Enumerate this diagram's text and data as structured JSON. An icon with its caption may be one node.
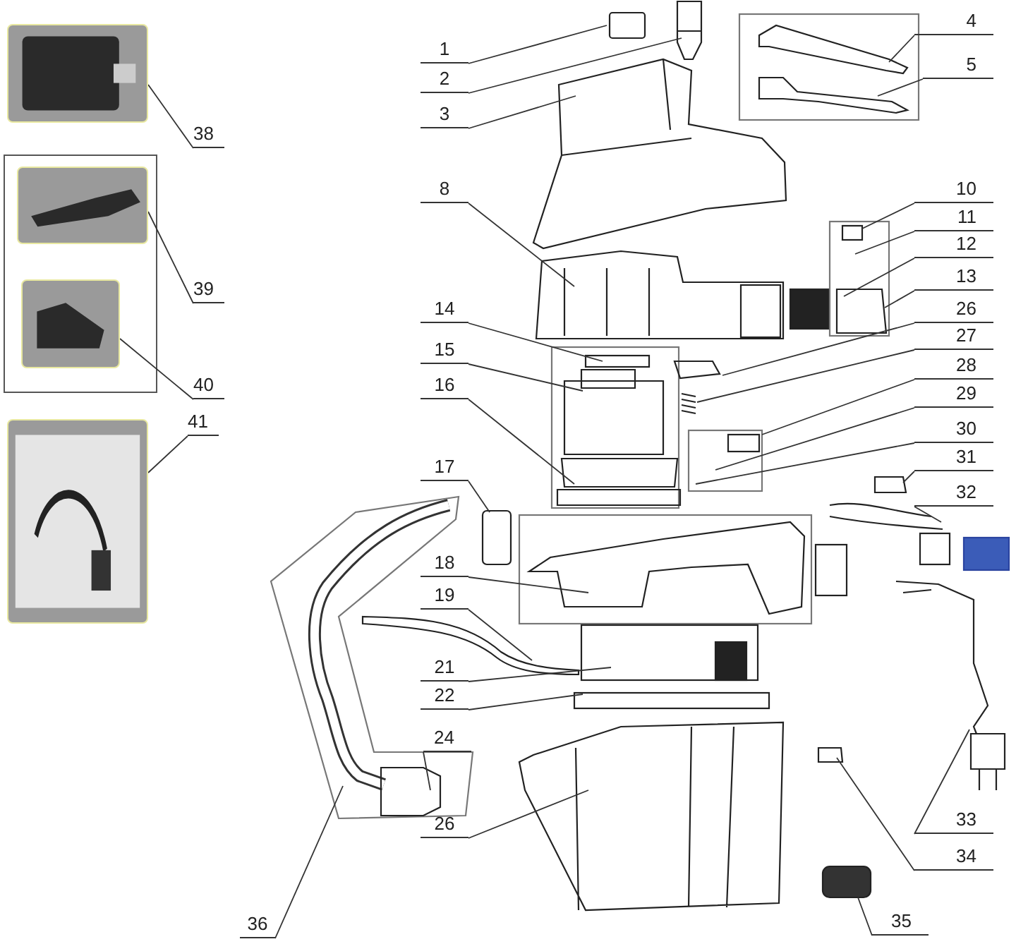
{
  "diagram": {
    "nodes": [
      {
        "text": [],
        "shape": "picture"
      },
      {
        "text": [],
        "shape": "picture"
      },
      {
        "text": [],
        "shape": "picture"
      },
      {
        "text": [],
        "shape": "picture"
      },
      {
        "text": [
          "38"
        ]
      },
      {
        "text": [
          "39"
        ]
      },
      {
        "text": [
          "40"
        ]
      },
      {
        "text": [
          "41"
        ]
      },
      {
        "text": [
          "1"
        ]
      },
      {
        "text": [
          "2"
        ]
      },
      {
        "text": [
          "3"
        ]
      },
      {
        "text": [
          "4"
        ]
      },
      {
        "text": [
          "5"
        ]
      },
      {
        "text": [
          "8"
        ]
      },
      {
        "text": [
          "10"
        ]
      },
      {
        "text": [
          "11"
        ]
      },
      {
        "text": [
          "12"
        ]
      },
      {
        "text": [
          "13"
        ]
      },
      {
        "text": [
          "14"
        ]
      },
      {
        "text": [
          "15"
        ]
      },
      {
        "text": [
          "16"
        ]
      },
      {
        "text": [
          "26"
        ]
      },
      {
        "text": [
          "27"
        ]
      },
      {
        "text": [
          "28"
        ]
      },
      {
        "text": [
          "29"
        ]
      },
      {
        "text": [
          "30"
        ]
      },
      {
        "text": [
          "31"
        ]
      },
      {
        "text": [
          "17"
        ]
      },
      {
        "text": [
          "32"
        ]
      },
      {
        "text": [
          "18"
        ]
      },
      {
        "text": [
          "19"
        ]
      },
      {
        "text": [
          "21"
        ]
      },
      {
        "text": [
          "22"
        ]
      },
      {
        "text": [
          "24"
        ]
      },
      {
        "text": [
          "26"
        ]
      },
      {
        "text": [
          "33"
        ]
      },
      {
        "text": [
          "34"
        ]
      },
      {
        "text": [
          "35"
        ]
      },
      {
        "text": [
          "36"
        ]
      }
    ],
    "edges": [
      {
        "from": 4,
        "to": 0,
        "arrow": "none"
      },
      {
        "from": 5,
        "to": 1,
        "arrow": "none"
      },
      {
        "from": 6,
        "to": 2,
        "arrow": "none"
      },
      {
        "from": 7,
        "to": 3,
        "arrow": "none"
      },
      {
        "from": 8,
        "to": null,
        "arrow": "none"
      },
      {
        "from": 9,
        "to": null,
        "arrow": "none"
      },
      {
        "from": 10,
        "to": null,
        "arrow": "none"
      },
      {
        "from": 11,
        "to": null,
        "arrow": "none"
      },
      {
        "from": 12,
        "to": null,
        "arrow": "none"
      },
      {
        "from": 13,
        "to": null,
        "arrow": "none"
      },
      {
        "from": 14,
        "to": null,
        "arrow": "none"
      },
      {
        "from": 15,
        "to": null,
        "arrow": "none"
      },
      {
        "from": 16,
        "to": null,
        "arrow": "none"
      },
      {
        "from": 17,
        "to": null,
        "arrow": "none"
      },
      {
        "from": 18,
        "to": null,
        "arrow": "none"
      },
      {
        "from": 19,
        "to": null,
        "arrow": "none"
      },
      {
        "from": 20,
        "to": null,
        "arrow": "none"
      },
      {
        "from": 21,
        "to": null,
        "arrow": "none"
      },
      {
        "from": 22,
        "to": null,
        "arrow": "none"
      },
      {
        "from": 23,
        "to": null,
        "arrow": "none"
      },
      {
        "from": 24,
        "to": null,
        "arrow": "none"
      },
      {
        "from": 25,
        "to": null,
        "arrow": "none"
      },
      {
        "from": 26,
        "to": null,
        "arrow": "none"
      },
      {
        "from": 27,
        "to": null,
        "arrow": "none"
      },
      {
        "from": 28,
        "to": null,
        "arrow": "none"
      },
      {
        "from": 29,
        "to": null,
        "arrow": "none"
      },
      {
        "from": 30,
        "to": null,
        "arrow": "none"
      },
      {
        "from": 31,
        "to": null,
        "arrow": "none"
      },
      {
        "from": 32,
        "to": null,
        "arrow": "none"
      },
      {
        "from": 33,
        "to": null,
        "arrow": "none"
      },
      {
        "from": 34,
        "to": null,
        "arrow": "none"
      },
      {
        "from": 35,
        "to": null,
        "arrow": "none"
      },
      {
        "from": 36,
        "to": null,
        "arrow": "none"
      },
      {
        "from": 37,
        "to": null,
        "arrow": "none"
      },
      {
        "from": 38,
        "to": null,
        "arrow": "none"
      }
    ]
  }
}
